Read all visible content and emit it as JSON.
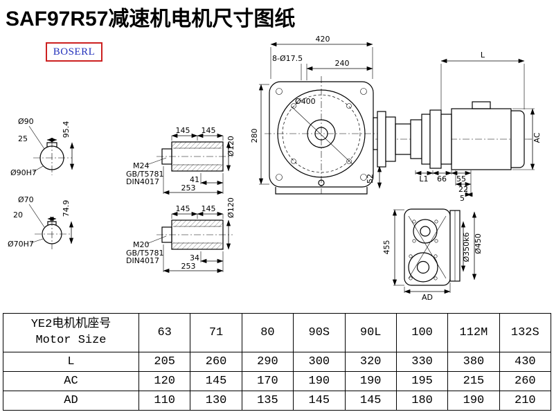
{
  "page": {
    "title": "SAF97R57减速机电机尺寸图纸",
    "logo_text": "BOSERL"
  },
  "drawing": {
    "front": {
      "w420": "420",
      "holes": "8-Ø17.5",
      "w240": "240",
      "d400": "Ø400",
      "h280": "280",
      "f52": "52"
    },
    "side": {
      "L": "L",
      "AC": "AC",
      "L1": "L1",
      "n66": "66",
      "n55": "55",
      "n22": "22",
      "n5": "5"
    },
    "flange": {
      "h455": "455",
      "d350": "Ø350k6",
      "d450": "Ø450",
      "AD": "AD"
    },
    "bore90": {
      "d90": "Ø90",
      "k25": "25",
      "h954": "95.4",
      "fit": "Ø90H7"
    },
    "bore70": {
      "d70": "Ø70",
      "k20": "20",
      "h749": "74.9",
      "fit": "Ø70H7"
    },
    "shaft24": {
      "l145a": "145",
      "l145b": "145",
      "d120": "Ø120",
      "thread": "M24",
      "std1": "GB/T5781",
      "std2": "DIN4017",
      "l41": "41",
      "l253": "253"
    },
    "shaft20": {
      "l145a": "145",
      "l145b": "145",
      "d120": "Ø120",
      "thread": "M20",
      "std1": "GB/T5781",
      "std2": "DIN4017",
      "l34": "34",
      "l253": "253"
    }
  },
  "table": {
    "header": {
      "label_cn": "YE2电机机座号",
      "label_en": "Motor Size"
    },
    "sizes": [
      "63",
      "71",
      "80",
      "90S",
      "90L",
      "100",
      "112M",
      "132S"
    ],
    "rows": [
      {
        "label": "L",
        "values": [
          "205",
          "260",
          "290",
          "300",
          "320",
          "330",
          "380",
          "430"
        ]
      },
      {
        "label": "AC",
        "values": [
          "120",
          "145",
          "170",
          "190",
          "190",
          "195",
          "215",
          "260"
        ]
      },
      {
        "label": "AD",
        "values": [
          "110",
          "130",
          "135",
          "145",
          "145",
          "180",
          "190",
          "210"
        ]
      }
    ]
  }
}
